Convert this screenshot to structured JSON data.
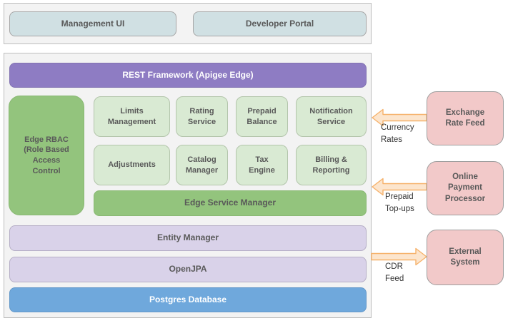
{
  "top_row": {
    "management_ui": "Management UI",
    "developer_portal": "Developer Portal"
  },
  "platform": {
    "rest_framework": "REST Framework (Apigee Edge)",
    "edge_rbac": "Edge RBAC\n(Role Based\nAccess\nControl",
    "services_row1": [
      {
        "label": "Limits\nManagement"
      },
      {
        "label": "Rating\nService"
      },
      {
        "label": "Prepaid\nBalance"
      },
      {
        "label": "Notification\nService"
      }
    ],
    "services_row2": [
      {
        "label": "Adjustments"
      },
      {
        "label": "Catalog\nManager"
      },
      {
        "label": "Tax\nEngine"
      },
      {
        "label": "Billing &\nReporting"
      }
    ],
    "edge_service_manager": "Edge Service Manager",
    "entity_manager": "Entity Manager",
    "openjpa": "OpenJPA",
    "postgres": "Postgres Database"
  },
  "external_systems": [
    {
      "label": "Exchange\nRate Feed"
    },
    {
      "label": "Online\nPayment\nProcessor"
    },
    {
      "label": "External\nSystem"
    }
  ],
  "flows": [
    {
      "label": "Currency\nRates",
      "direction": "left"
    },
    {
      "label": "Prepaid\nTop-ups",
      "direction": "left"
    },
    {
      "label": "CDR\nFeed",
      "direction": "right"
    }
  ],
  "colors": {
    "purple": "#8e7cc3",
    "green": "#93c47d",
    "light_green": "#d9ead3",
    "lavender": "#d9d2e9",
    "blue": "#6fa8dc",
    "pink": "#f2c9c9",
    "cyan": "#d0e0e3",
    "panel_bg": "#f3f3f3",
    "panel_border": "#bdbdbd",
    "arrow_fill": "#fce5cd",
    "arrow_stroke": "#f6b26b",
    "label_gray": "#595959",
    "title_text_white": "#ffffff"
  }
}
